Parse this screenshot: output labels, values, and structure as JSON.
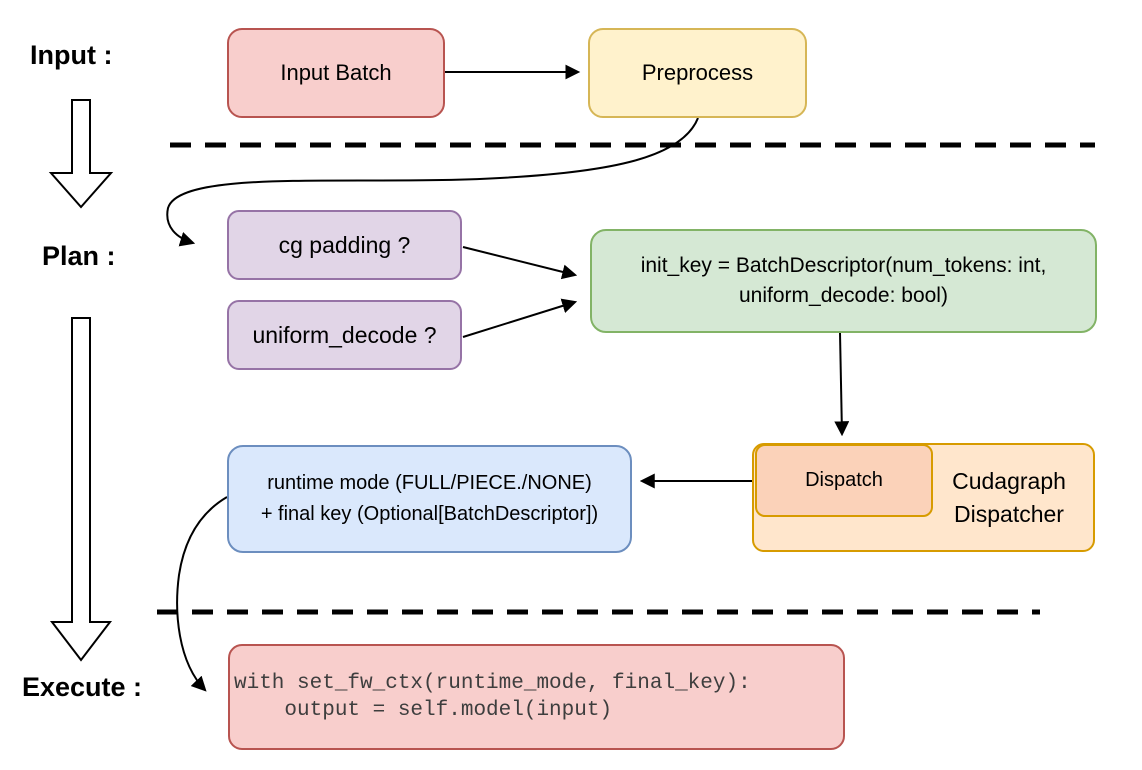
{
  "stage_labels": {
    "input": "Input :",
    "plan": "Plan :",
    "execute": "Execute :"
  },
  "nodes": {
    "input_batch": {
      "label": "Input Batch",
      "fill": "#f8cecc",
      "border": "#b85450"
    },
    "preprocess": {
      "label": "Preprocess",
      "fill": "#fff2cc",
      "border": "#d6b656"
    },
    "cg_padding": {
      "label": "cg padding ?",
      "fill": "#e1d5e7",
      "border": "#9673a6"
    },
    "uniform_decode": {
      "label": "uniform_decode ?",
      "fill": "#e1d5e7",
      "border": "#9673a6"
    },
    "init_key": {
      "line1": "init_key = BatchDescriptor(num_tokens: int,",
      "line2": "uniform_decode: bool)",
      "fill": "#d5e8d4",
      "border": "#82b366"
    },
    "dispatch": {
      "label": "Dispatch",
      "fill": "#fbd2b9",
      "border": "#d79b00"
    },
    "cudagraph_dispatcher": {
      "line1": "Cudagraph",
      "line2": "Dispatcher",
      "fill": "#ffe6cc",
      "border": "#d79b00"
    },
    "runtime_mode": {
      "line1": "runtime mode (FULL/PIECE./NONE)",
      "line2": "+ final key (Optional[BatchDescriptor])",
      "fill": "#dae8fc",
      "border": "#6c8ebf"
    },
    "execute_code": {
      "line1": "with set_fw_ctx(runtime_mode, final_key):",
      "line2": "    output = self.model(input)",
      "fill": "#f8cecc",
      "border": "#b85450",
      "text_color": "#3e3e3e"
    }
  },
  "colors": {
    "edge": "#000000",
    "separator": "#000000",
    "background": "#ffffff"
  }
}
